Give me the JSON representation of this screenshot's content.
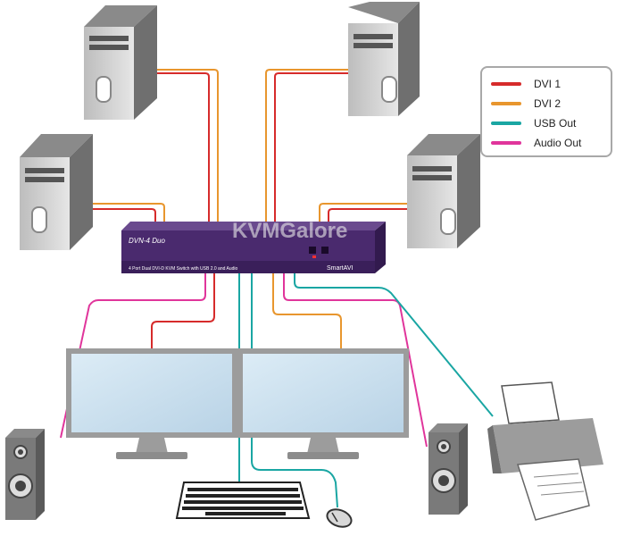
{
  "legend": {
    "items": [
      {
        "label": "DVI 1",
        "color": "#d62b2b"
      },
      {
        "label": "DVI 2",
        "color": "#e8962e"
      },
      {
        "label": "USB Out",
        "color": "#1aa6a3"
      },
      {
        "label": "Audio Out",
        "color": "#e0359b"
      }
    ]
  },
  "switch": {
    "model": "DVN-4 Duo",
    "description": "4 Port Dual DVI-D KVM Switch with USB 2.0 and Audio",
    "brand": "SmartAVI",
    "watermark": "KVMGalore"
  },
  "colors": {
    "dvi1": "#d62b2b",
    "dvi2": "#e8962e",
    "usb": "#1aa6a3",
    "audio": "#e0359b",
    "switch_body": "#4a2a6e",
    "switch_panel": "#5b3a8a"
  }
}
